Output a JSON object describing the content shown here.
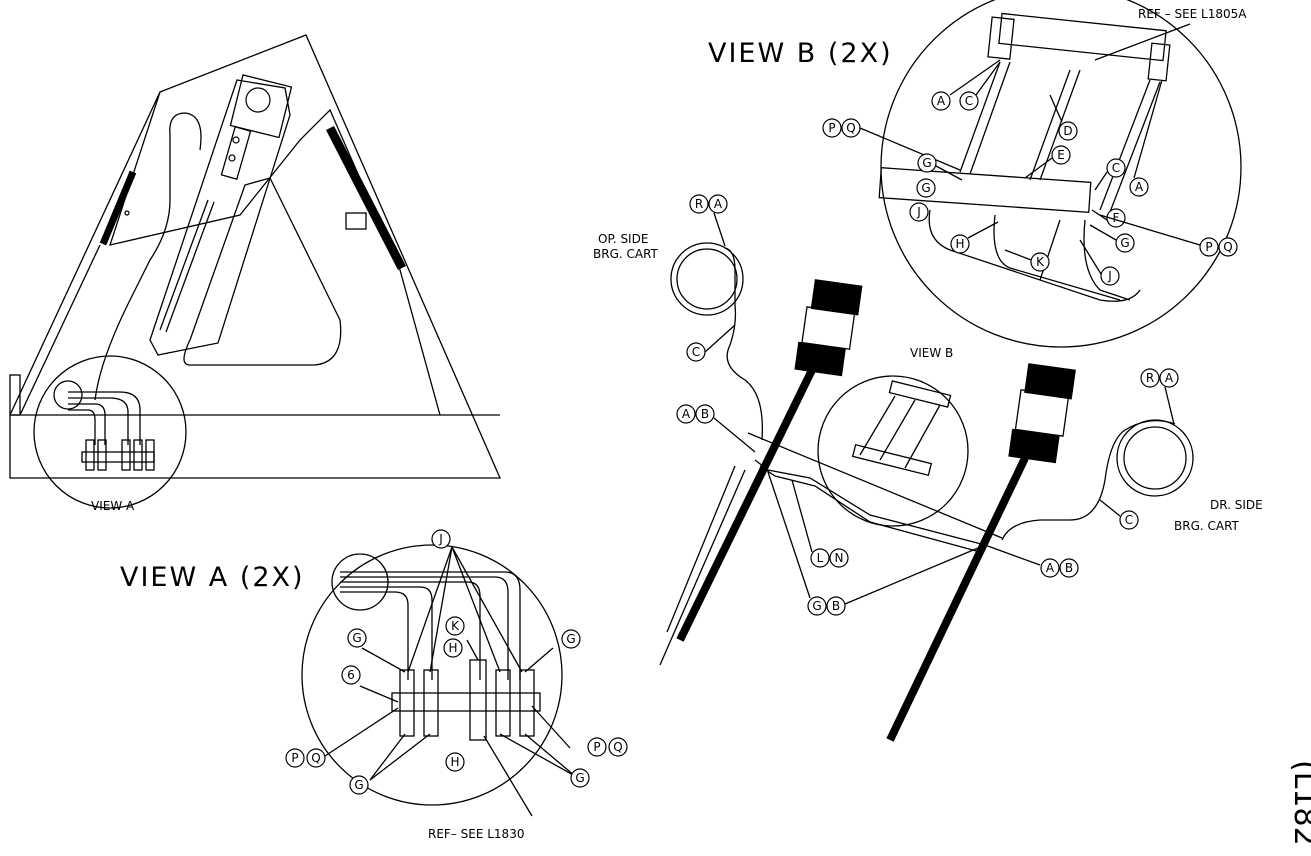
{
  "titles": {
    "view_a_2x": "VIEW A (2X)",
    "view_b_2x": "VIEW B (2X)",
    "view_a": "VIEW A",
    "view_b": "VIEW B"
  },
  "notes": {
    "ref_top": "REF – SEE L1805A",
    "ref_bottom": "REF– SEE L1830",
    "op_side_1": "OP. SIDE",
    "op_side_2": "BRG. CART",
    "dr_side_1": "DR. SIDE",
    "dr_side_2": "BRG. CART",
    "drawing_number": "(L182"
  },
  "callouts": {
    "A": "A",
    "B": "B",
    "C": "C",
    "D": "D",
    "E": "E",
    "F": "F",
    "G": "G",
    "H": "H",
    "J": "J",
    "K": "K",
    "L": "L",
    "N": "N",
    "P": "P",
    "Q": "Q",
    "R": "R",
    "six": "6"
  }
}
